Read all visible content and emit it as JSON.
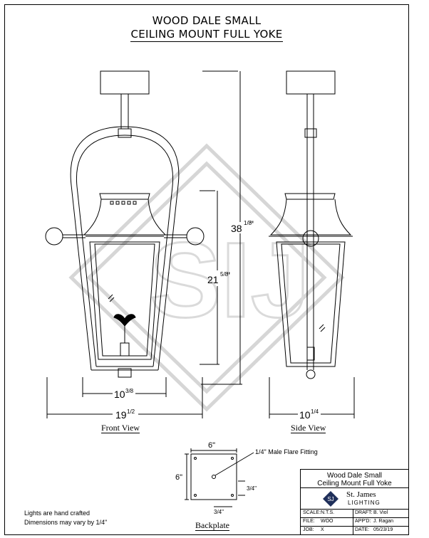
{
  "title": {
    "line1": "WOOD DALE SMALL",
    "line2": "CEILING MOUNT FULL YOKE"
  },
  "front": {
    "label": "Front View",
    "dim_height_total": "38",
    "dim_height_total_frac": "1/8",
    "dim_height_total_unit": "\"",
    "dim_height_body": "21",
    "dim_height_body_frac": "5/8",
    "dim_height_body_unit": "\"",
    "dim_width_body": "10",
    "dim_width_body_frac": "3/8",
    "dim_width_total": "19",
    "dim_width_total_frac": "1/2"
  },
  "side": {
    "label": "Side View",
    "dim_width": "10",
    "dim_width_frac": "1/4"
  },
  "backplate": {
    "label": "Backplate",
    "dim_top": "6\"",
    "dim_left": "6\"",
    "dim_right": "3/4\"",
    "dim_bottom": "3/4\"",
    "fitting": "1/4\" Male Flare Fitting"
  },
  "notes": [
    "Lights are hand crafted",
    "Dimensions may vary by 1/4\""
  ],
  "title_block": {
    "name1": "Wood Dale Small",
    "name2": "Ceiling Mount Full Yoke",
    "company": "St. James",
    "company_sub": "LIGHTING",
    "scale_label": "SCALE:",
    "scale": "N.T.S.",
    "draft_label": "DRAFT:",
    "draft": "B. Viol",
    "file_label": "FILE:",
    "file": "WOO",
    "appd_label": "APP'D:",
    "appd": "J. Ragan",
    "job_label": "JOB:",
    "job": "X",
    "date_label": "DATE:",
    "date": "05/23/19"
  }
}
